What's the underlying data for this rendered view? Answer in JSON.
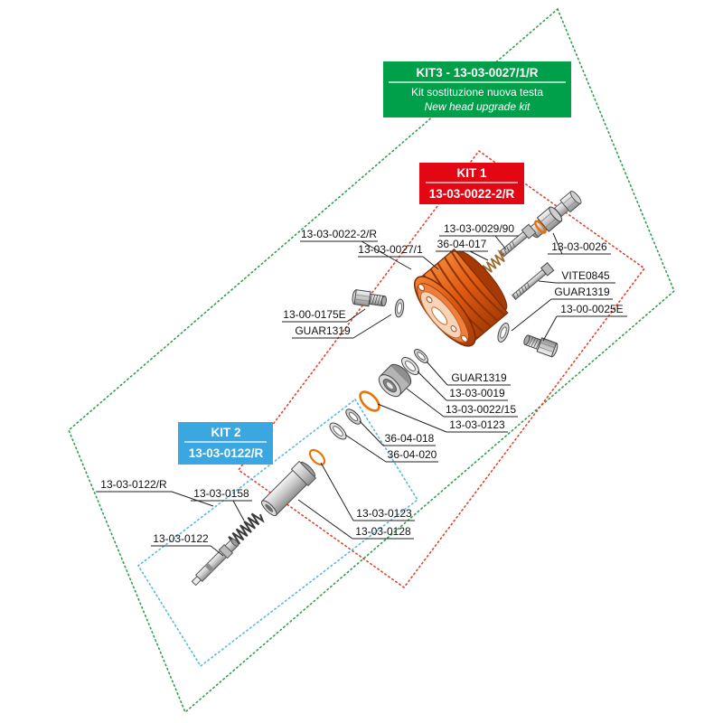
{
  "diagram": {
    "kind": "exploded-parts-diagram",
    "kit_labels": {
      "kit3": {
        "title": "KIT3 - 13-03-0027/1/R",
        "line_it": "Kit sostituzione nuova testa",
        "line_en": "New head upgrade kit",
        "color": "#00a04b",
        "outline_color": "#2e9e4c"
      },
      "kit1": {
        "title": "KIT 1",
        "code": "13-03-0022-2/R",
        "color": "#e30613",
        "outline_color": "#e8402a"
      },
      "kit2": {
        "title": "KIT 2",
        "code": "13-03-0122/R",
        "color": "#3aa7e0",
        "outline_color": "#55b8ea"
      }
    },
    "part_labels": [
      {
        "text": "13-03-0029/90"
      },
      {
        "text": "36-04-017"
      },
      {
        "text": "13-03-0026"
      },
      {
        "text": "13-03-0022-2/R"
      },
      {
        "text": "13-03-0027/1"
      },
      {
        "text": "VITE0845"
      },
      {
        "text": "GUAR1319"
      },
      {
        "text": "13-00-0025E"
      },
      {
        "text": "13-00-0175E"
      },
      {
        "text": "GUAR1319"
      },
      {
        "text": "GUAR1319"
      },
      {
        "text": "13-03-0019"
      },
      {
        "text": "13-03-0022/15"
      },
      {
        "text": "13-03-0123"
      },
      {
        "text": "36-04-018"
      },
      {
        "text": "36-04-020"
      },
      {
        "text": "13-03-0122/R"
      },
      {
        "text": "13-03-0158"
      },
      {
        "text": "13-03-0122"
      },
      {
        "text": "13-03-0123"
      },
      {
        "text": "13-03-0128"
      }
    ],
    "colors": {
      "head_orange": "#e05a10",
      "oring_orange": "#e87408",
      "label_text": "#111111"
    }
  }
}
